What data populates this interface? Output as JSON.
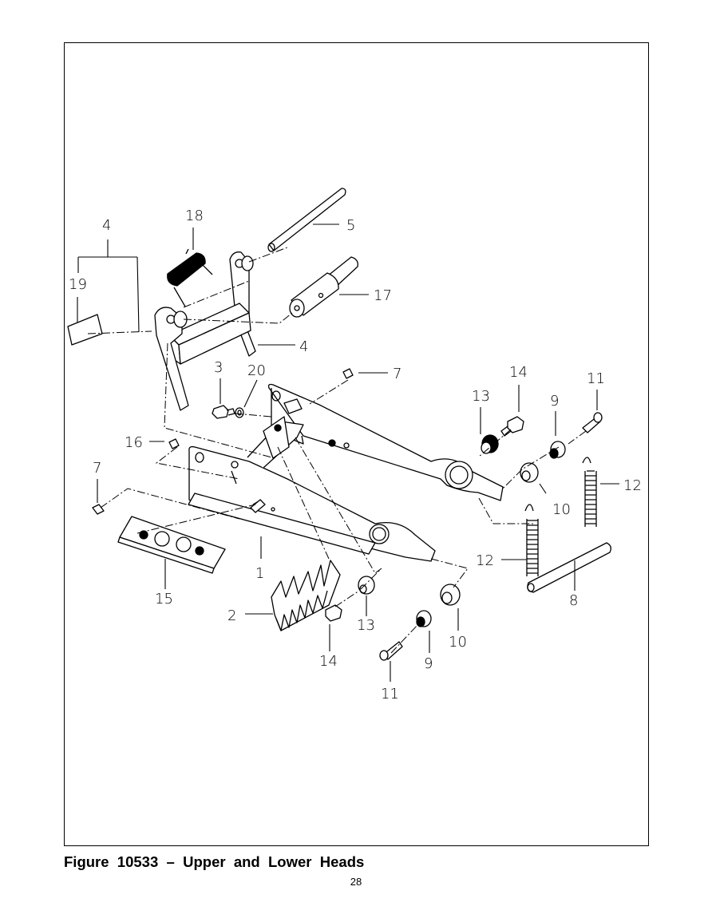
{
  "figure": {
    "caption": "Figure  10533  –  Upper  and  Lower  Heads",
    "page_number": "28"
  },
  "callouts": {
    "c1": "1",
    "c2": "2",
    "c3": "3",
    "c4_top": "4",
    "c4_right": "4",
    "c5": "5",
    "c7_top": "7",
    "c7_left": "7",
    "c8": "8",
    "c9_top": "9",
    "c9_bottom": "9",
    "c10_top": "10",
    "c10_bottom": "10",
    "c11_top": "11",
    "c11_bottom": "11",
    "c12_right": "12",
    "c12_left": "12",
    "c13_top": "13",
    "c13_bottom": "13",
    "c14_top": "14",
    "c14_bottom": "14",
    "c15": "15",
    "c16": "16",
    "c17": "17",
    "c18": "18",
    "c19": "19",
    "c20": "20"
  }
}
